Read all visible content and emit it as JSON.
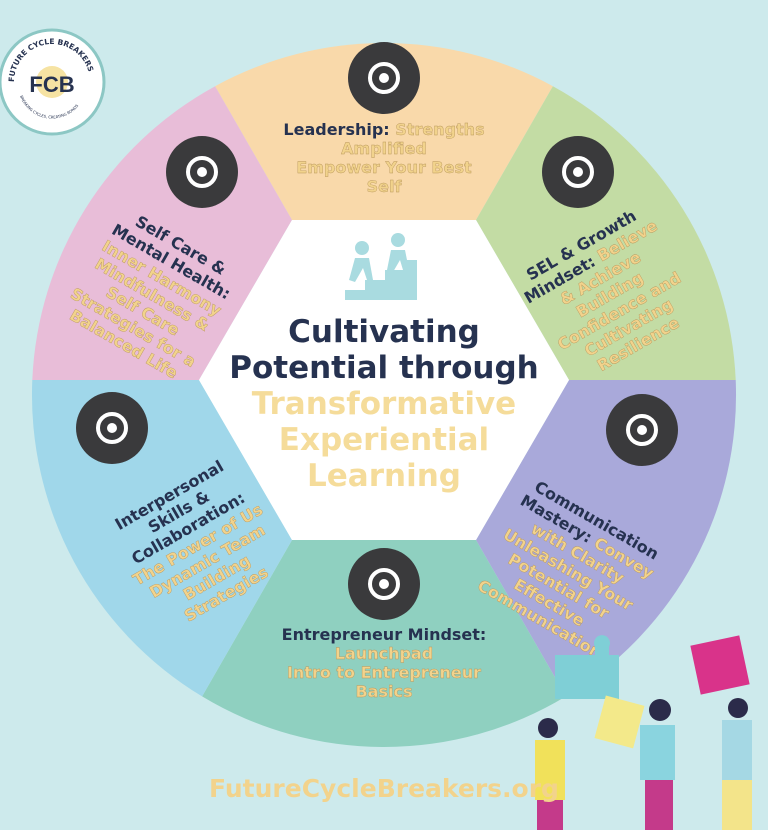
{
  "logo": {
    "ring_text": "FUTURE CYCLE BREAKERS",
    "initials": "FCB",
    "tagline": "BREAKING CYCLES, CREATING BONDS"
  },
  "center": {
    "line1": "Cultivating",
    "line2": "Potential through",
    "line3": "Transformative",
    "line4": "Experiential",
    "line5": "Learning",
    "icon": "climbing-stairs-icon"
  },
  "segments": [
    {
      "id": "leadership",
      "color": "#f9d9aa",
      "icon": "target-icon",
      "title": [
        "Leadership: "
      ],
      "sub": [
        "Strengths",
        "Amplified",
        "Empower Your Best",
        "Self"
      ]
    },
    {
      "id": "sel",
      "color": "#c3dca4",
      "icon": "sprout-icon",
      "title": [
        "SEL & Growth",
        "Mindset: "
      ],
      "sub": [
        "Believe",
        "& Achieve",
        "Building",
        "Confidence and",
        "Cultivating",
        "Resilience"
      ]
    },
    {
      "id": "communication",
      "color": "#a9a9da",
      "icon": "chat-bubble-icon",
      "title": [
        "Communication",
        "Mastery: "
      ],
      "sub": [
        "Convey",
        "with Clarity",
        "Unleashing Your",
        "Potential for",
        "Effective",
        "Communication"
      ]
    },
    {
      "id": "entrepreneur",
      "color": "#8fd0c0",
      "icon": "lightbulb-brain-icon",
      "title": [
        "Entrepreneur Mindset:"
      ],
      "sub": [
        "Launchpad",
        "Intro to Entrepreneur",
        "Basics"
      ]
    },
    {
      "id": "interpersonal",
      "color": "#a0d7ea",
      "icon": "team-idea-icon",
      "title": [
        "Interpersonal",
        "Skills &",
        "Collaboration:"
      ],
      "sub": [
        "The Power of Us",
        "Dynamic Team",
        "Building",
        "Strategies"
      ]
    },
    {
      "id": "selfcare",
      "color": "#e8bdd8",
      "icon": "heart-hands-icon",
      "title": [
        "Self Care &",
        "Mental Health:"
      ],
      "sub": [
        "Inner Harmony",
        "Mindfulness &",
        "Self Care",
        "Strategies for a",
        "Balanced Life"
      ]
    }
  ],
  "footer": {
    "url": "FutureCycleBreakers.org"
  },
  "colors": {
    "background": "#cdeaec",
    "navy": "#263250",
    "gold": "#f2d38c"
  }
}
